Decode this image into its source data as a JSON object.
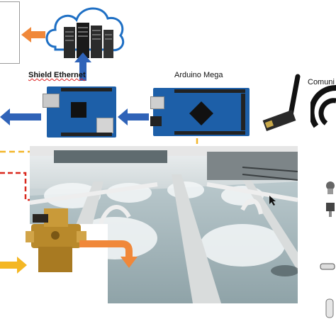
{
  "labels": {
    "shield_ethernet": "Shield Ethernet",
    "arduino_mega": "Arduino Mega",
    "comunication_partial": "Comuni"
  },
  "colors": {
    "arrow_blue": "#2f63b8",
    "arrow_orange": "#f0883a",
    "dashed_yellow": "#f2b62a",
    "dashed_red": "#d9291e",
    "board_blue": "#1d5fa8",
    "cloud_blue": "#1e6fc4"
  },
  "icons": {
    "cloud_servers": "cloud-server-icon",
    "shield_board": "ethernet-shield-board",
    "arduino_board": "arduino-mega-board",
    "antenna": "wireless-antenna-module",
    "wifi": "wifi-signal-icon",
    "valve": "brass-valve",
    "photo": "aquaculture-raceway-photo"
  }
}
